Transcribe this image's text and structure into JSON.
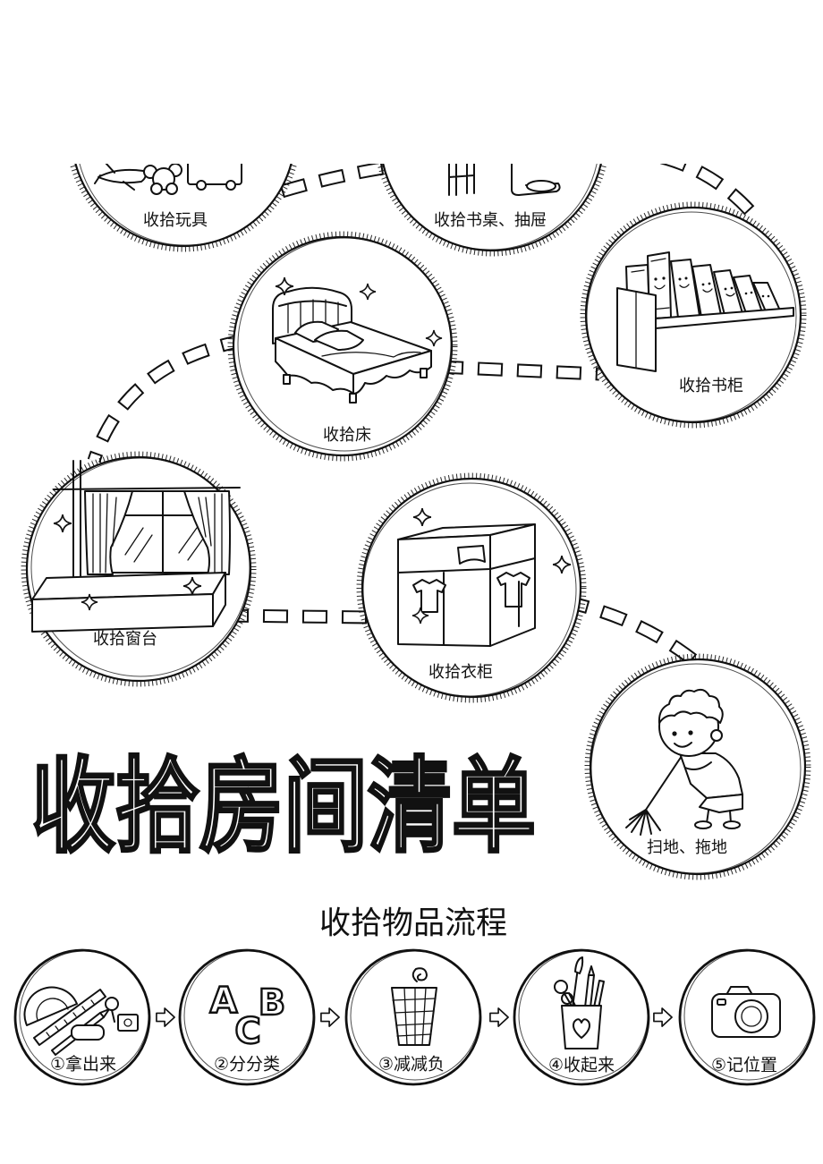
{
  "title": "收拾房间清单",
  "tasks": [
    "收拾玩具",
    "收拾书桌、抽屉",
    "收拾书柜",
    "收拾床",
    "收拾窗台",
    "收拾衣柜",
    "扫地、拖地"
  ],
  "process": {
    "title": "收拾物品流程",
    "steps": [
      "①拿出来",
      "②分分类",
      "③减减负",
      "④收起来",
      "⑤记位置"
    ],
    "sort_letters": [
      "A",
      "B",
      "C"
    ]
  },
  "icons": {
    "tasks": [
      "toys-icon",
      "desk-drawer-icon",
      "bookshelf-icon",
      "bed-icon",
      "windowsill-icon",
      "wardrobe-icon",
      "sweeping-boy-icon"
    ],
    "steps": [
      "stationery-icon",
      "abc-sort-icon",
      "trash-bin-icon",
      "pencil-cup-icon",
      "camera-icon"
    ],
    "connector": "dashed-path",
    "decoration": "sparkle-icon",
    "step_separator": "arrow-icon"
  },
  "colors": {
    "ink": "#111111",
    "paper": "#ffffff"
  }
}
